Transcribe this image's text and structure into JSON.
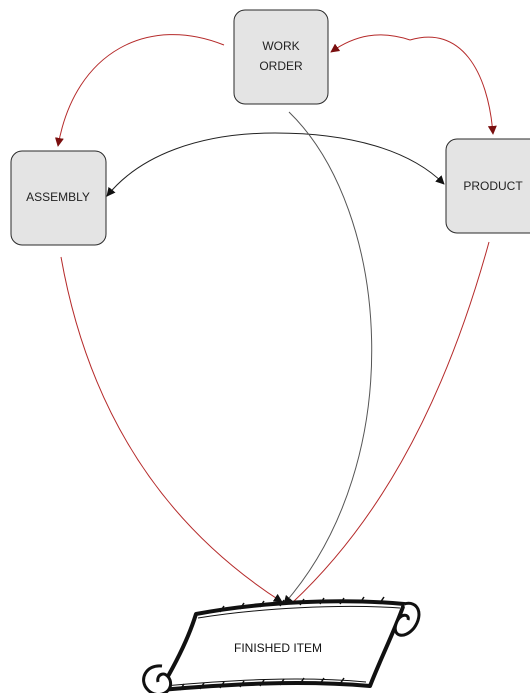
{
  "diagram": {
    "nodes": {
      "work_order": {
        "line1": "WORK",
        "line2": "ORDER"
      },
      "assembly": {
        "label": "ASSEMBLY"
      },
      "product": {
        "label": "PRODUCT"
      },
      "finished_item": {
        "label": "FINISHED ITEM"
      }
    },
    "edges": [
      {
        "from": "work_order",
        "to": "assembly",
        "color": "#b52a2a"
      },
      {
        "from": "product",
        "to": "work_order",
        "color": "#b52a2a"
      },
      {
        "from": "work_order",
        "to": "product",
        "color": "#b52a2a"
      },
      {
        "from": "product",
        "to": "assembly",
        "color": "#222222"
      },
      {
        "from": "assembly",
        "to": "product",
        "color": "#222222"
      },
      {
        "from": "work_order",
        "to": "finished_item",
        "color": "#555555"
      },
      {
        "from": "assembly",
        "to": "finished_item",
        "color": "#b52a2a"
      },
      {
        "from": "product",
        "to": "finished_item",
        "color": "#b52a2a"
      }
    ],
    "colors": {
      "node_fill": "#e4e4e4",
      "node_stroke": "#2a2a2a",
      "red_edge": "#b52a2a",
      "black_edge": "#222222"
    }
  }
}
